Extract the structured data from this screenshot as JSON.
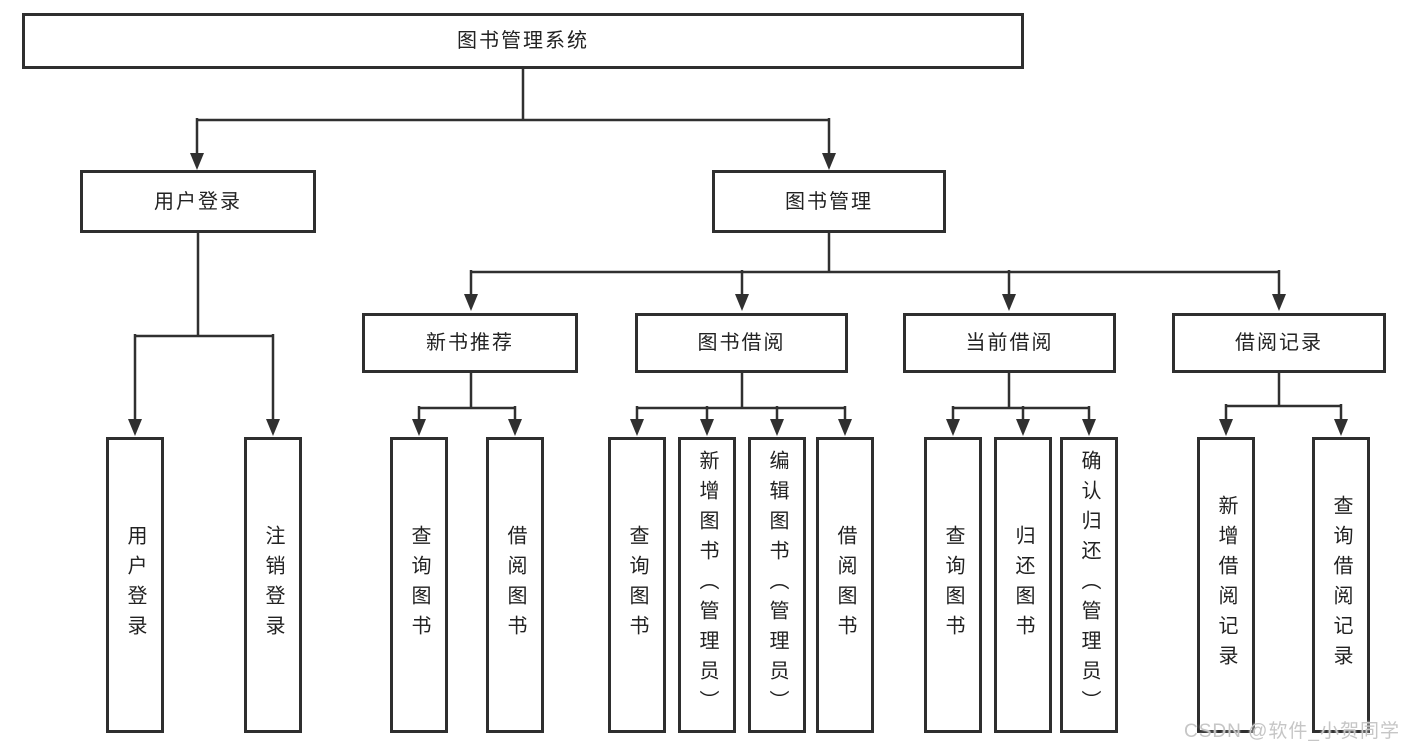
{
  "tree": {
    "root": {
      "label": "图书管理系统",
      "children": [
        {
          "label": "用户登录",
          "children": [
            {
              "label": "用户登录"
            },
            {
              "label": "注销登录"
            }
          ]
        },
        {
          "label": "图书管理",
          "children": [
            {
              "label": "新书推荐",
              "children": [
                {
                  "label": "查询图书"
                },
                {
                  "label": "借阅图书"
                }
              ]
            },
            {
              "label": "图书借阅",
              "children": [
                {
                  "label": "查询图书"
                },
                {
                  "label": "新增图书（管理员）"
                },
                {
                  "label": "编辑图书（管理员）"
                },
                {
                  "label": "借阅图书"
                }
              ]
            },
            {
              "label": "当前借阅",
              "children": [
                {
                  "label": "查询图书"
                },
                {
                  "label": "归还图书"
                },
                {
                  "label": "确认归还（管理员）"
                }
              ]
            },
            {
              "label": "借阅记录",
              "children": [
                {
                  "label": "新增借阅记录"
                },
                {
                  "label": "查询借阅记录"
                }
              ]
            }
          ]
        }
      ]
    }
  },
  "watermark": "CSDN @软件_小贺同学",
  "colors": {
    "line": "#303030",
    "box_border": "#2f2f2f",
    "text": "#222222",
    "watermark": "#c6c6c6",
    "background": "#ffffff"
  }
}
